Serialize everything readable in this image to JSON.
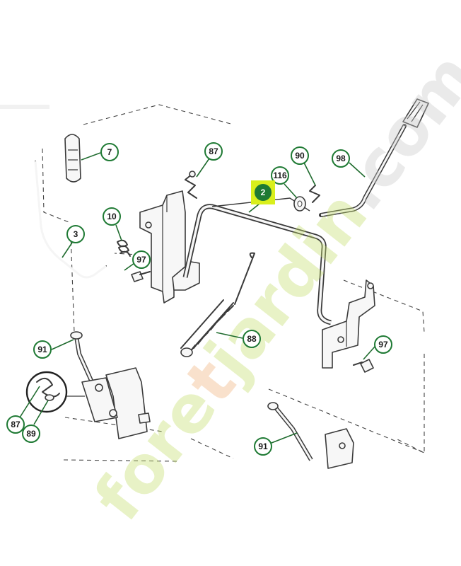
{
  "diagram": {
    "callouts": [
      {
        "id": "7",
        "label": "7"
      },
      {
        "id": "87a",
        "label": "87"
      },
      {
        "id": "90",
        "label": "90"
      },
      {
        "id": "98",
        "label": "98"
      },
      {
        "id": "116",
        "label": "116"
      },
      {
        "id": "2",
        "label": "2",
        "highlighted": true
      },
      {
        "id": "10",
        "label": "10"
      },
      {
        "id": "3",
        "label": "3"
      },
      {
        "id": "97a",
        "label": "97"
      },
      {
        "id": "88",
        "label": "88"
      },
      {
        "id": "97b",
        "label": "97"
      },
      {
        "id": "91a",
        "label": "91"
      },
      {
        "id": "87b",
        "label": "87"
      },
      {
        "id": "89",
        "label": "89"
      },
      {
        "id": "91b",
        "label": "91"
      }
    ],
    "colors": {
      "callout_border": "#1f7a34",
      "highlight": "#d9ef1c",
      "watermark_green": "#c3dc6a",
      "watermark_orange": "#efb07a",
      "watermark_grey": "#c9c9c9"
    }
  },
  "watermark": {
    "text_a": "fore",
    "text_b": "t",
    "text_c": "jardin",
    "text_d": ".com"
  }
}
